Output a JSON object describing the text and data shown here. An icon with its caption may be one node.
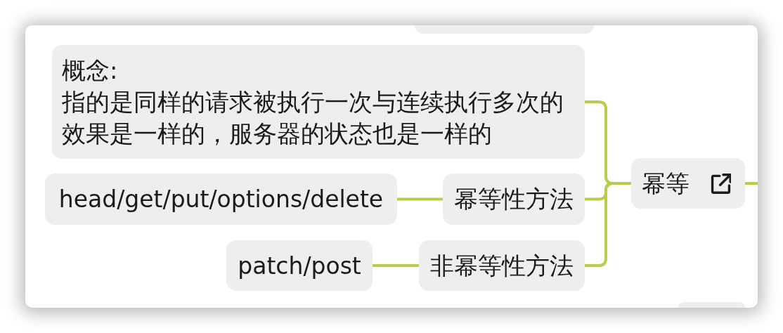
{
  "diagram": {
    "nodes": [
      {
        "text": [],
        "shape": "box"
      },
      {
        "text": [
          "概念:",
          "指的是同样的请求被执行一次与连续执行多次的效果是一样的，服务器的状态也是一样的"
        ]
      },
      {
        "text": [
          "幂等"
        ]
      },
      {
        "text": [
          "幂等性方法"
        ]
      },
      {
        "text": [
          "head/get/put/options/delete"
        ]
      },
      {
        "text": [
          "非幂等性方法"
        ]
      },
      {
        "text": [
          "patch/post"
        ]
      },
      {
        "text": [],
        "shape": "box"
      }
    ],
    "edges": [
      {
        "from": 2,
        "to": 1,
        "arrow": "none"
      },
      {
        "from": 2,
        "to": 3,
        "arrow": "none"
      },
      {
        "from": 2,
        "to": 5,
        "arrow": "none"
      },
      {
        "from": 3,
        "to": 4,
        "arrow": "none"
      },
      {
        "from": 5,
        "to": 6,
        "arrow": "none"
      },
      {
        "from": 2,
        "to": null,
        "arrow": "none"
      }
    ]
  }
}
